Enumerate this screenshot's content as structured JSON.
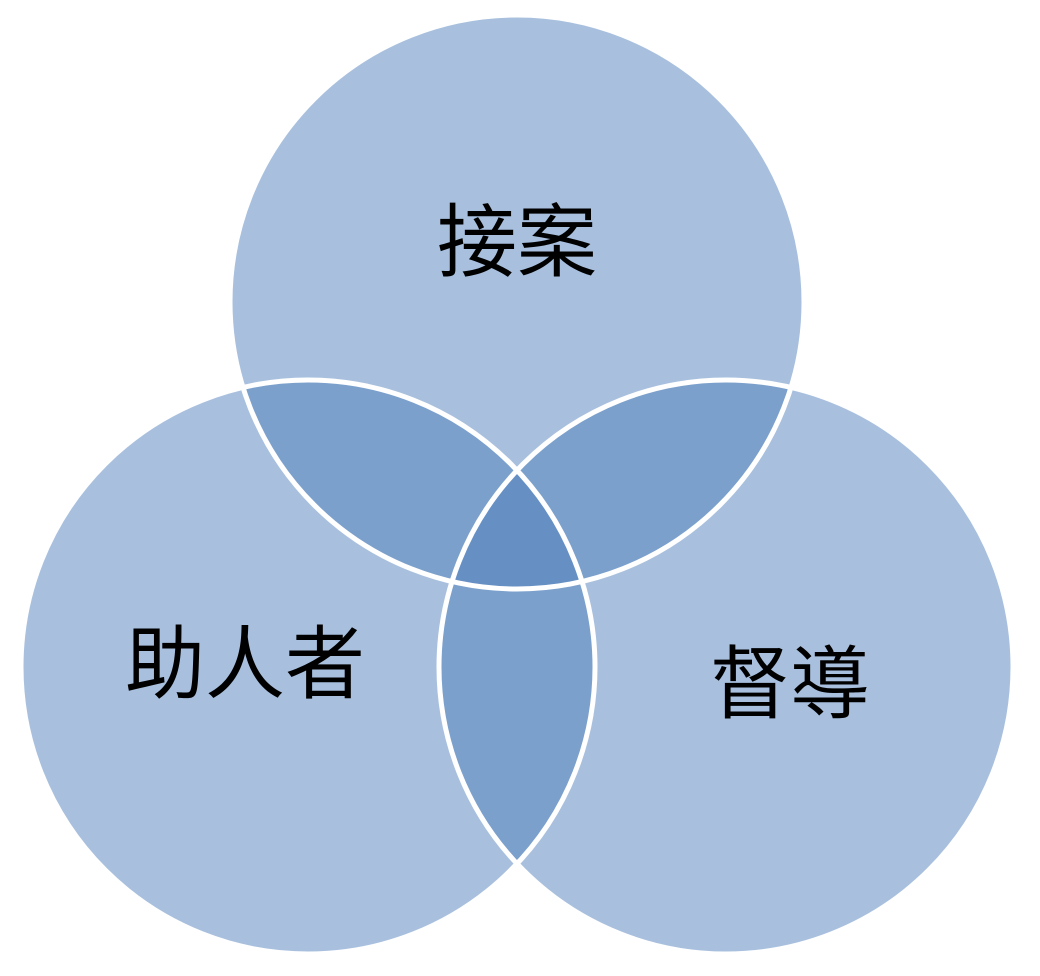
{
  "diagram": {
    "type": "venn",
    "circles": [
      {
        "id": "top",
        "label": "接案"
      },
      {
        "id": "left",
        "label": "助人者"
      },
      {
        "id": "right",
        "label": "督導"
      }
    ],
    "colors": {
      "fill": "#a8c0de",
      "overlap_fill": "#7ba0cc",
      "center_fill": "#6690c4",
      "outline": "#ffffff",
      "text": "#000000"
    }
  }
}
